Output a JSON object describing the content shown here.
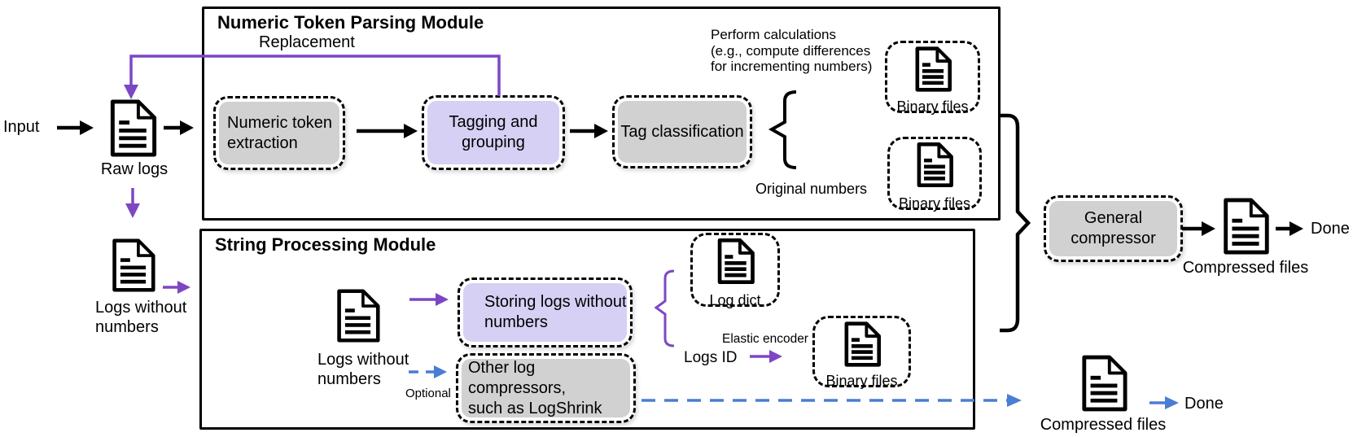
{
  "colors": {
    "purple_accent": "#7d47c4",
    "blue_accent": "#4a7dd4",
    "gray_box_fill": "#d1d1d1",
    "lavender_box_fill": "#d6d0f4",
    "line_black": "#000000"
  },
  "left_flow": {
    "input": "Input",
    "raw_logs": "Raw logs",
    "logs_without_numbers": "Logs without\nnumbers"
  },
  "numeric_module": {
    "title": "Numeric Token Parsing Module",
    "replacement": "Replacement",
    "extraction": "Numeric token\nextraction",
    "tagging": "Tagging and\ngrouping",
    "classification": "Tag classification",
    "perform_note": "Perform calculations\n(e.g., compute differences\nfor incrementing numbers)",
    "binary_files_top": "Binary files",
    "original_numbers": "Original numbers",
    "binary_files_bottom": "Binary files"
  },
  "string_module": {
    "title": "String Processing Module",
    "logs_without_numbers": "Logs without\nnumbers",
    "optional": "Optional",
    "storing": "Storing logs without\nnumbers",
    "other_compressors": "Other log compressors,\nsuch as LogShrink",
    "log_dict": "Log dict",
    "elastic_encoder": "Elastic encoder",
    "logs_id": "Logs ID",
    "binary_files": "Binary files"
  },
  "output_flow": {
    "general_compressor": "General\ncompressor",
    "compressed_files_top": "Compressed files",
    "done_top": "Done",
    "compressed_files_bottom": "Compressed files",
    "done_bottom": "Done"
  }
}
